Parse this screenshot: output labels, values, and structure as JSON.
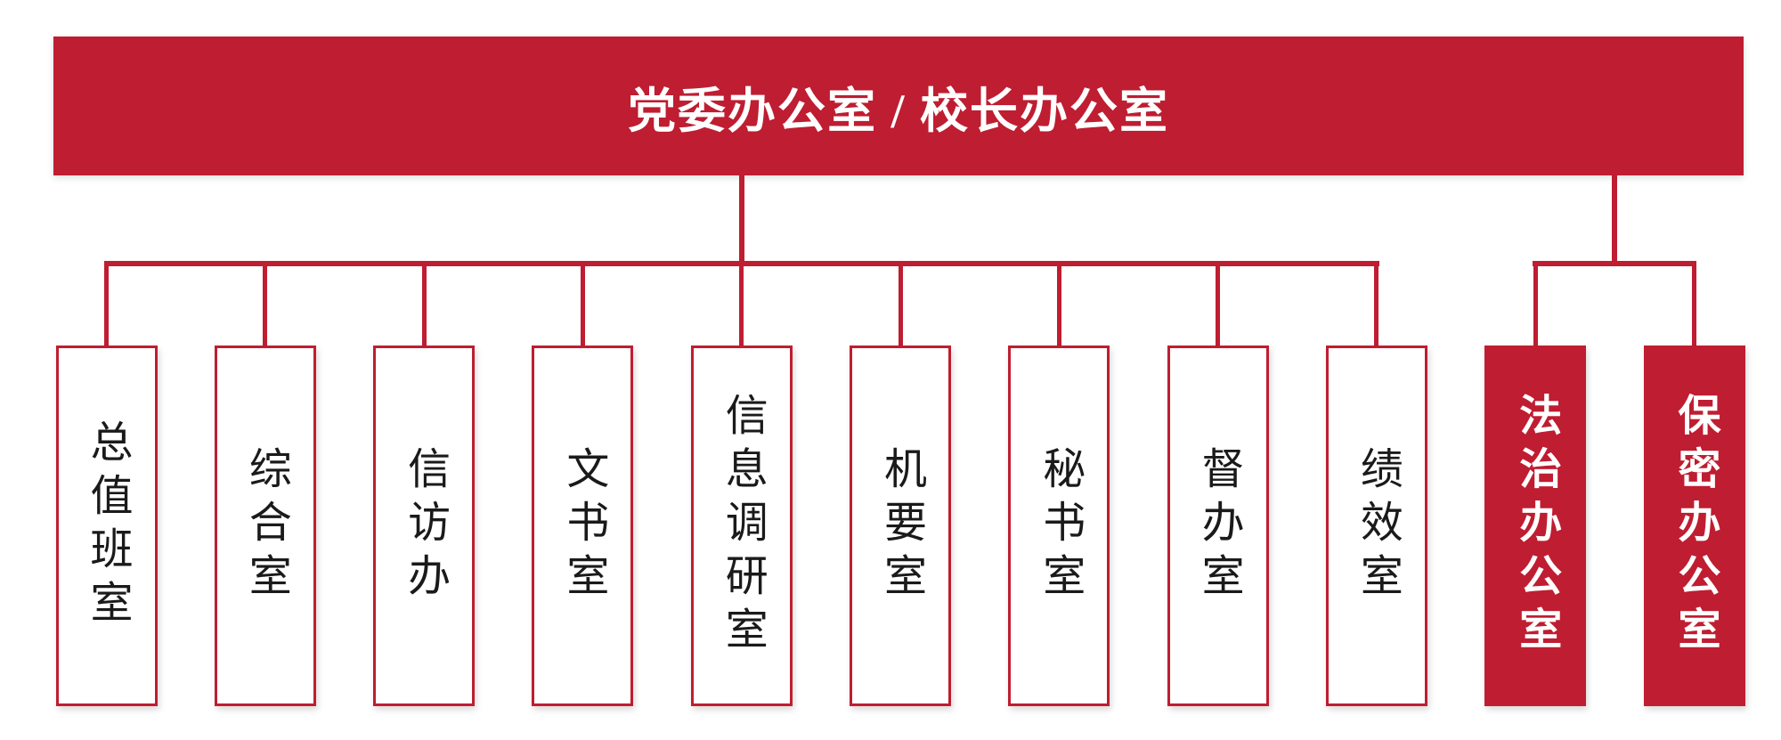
{
  "header": {
    "title": "党委办公室 / 校长办公室"
  },
  "departments": [
    {
      "label": "总值班室",
      "variant": "outline",
      "group": "main"
    },
    {
      "label": "综合室",
      "variant": "outline",
      "group": "main"
    },
    {
      "label": "信访办",
      "variant": "outline",
      "group": "main"
    },
    {
      "label": "文书室",
      "variant": "outline",
      "group": "main"
    },
    {
      "label": "信息调研室",
      "variant": "outline",
      "group": "main"
    },
    {
      "label": "机要室",
      "variant": "outline",
      "group": "main"
    },
    {
      "label": "秘书室",
      "variant": "outline",
      "group": "main"
    },
    {
      "label": "督办室",
      "variant": "outline",
      "group": "main"
    },
    {
      "label": "绩效室",
      "variant": "outline",
      "group": "main"
    },
    {
      "label": "法治办公室",
      "variant": "solid",
      "group": "right"
    },
    {
      "label": "保密办公室",
      "variant": "solid",
      "group": "right"
    }
  ],
  "colors": {
    "primary_red": "#BF1D31",
    "box_text_dark": "#1a1a1a",
    "box_text_light": "#ffffff",
    "background": "#ffffff"
  }
}
